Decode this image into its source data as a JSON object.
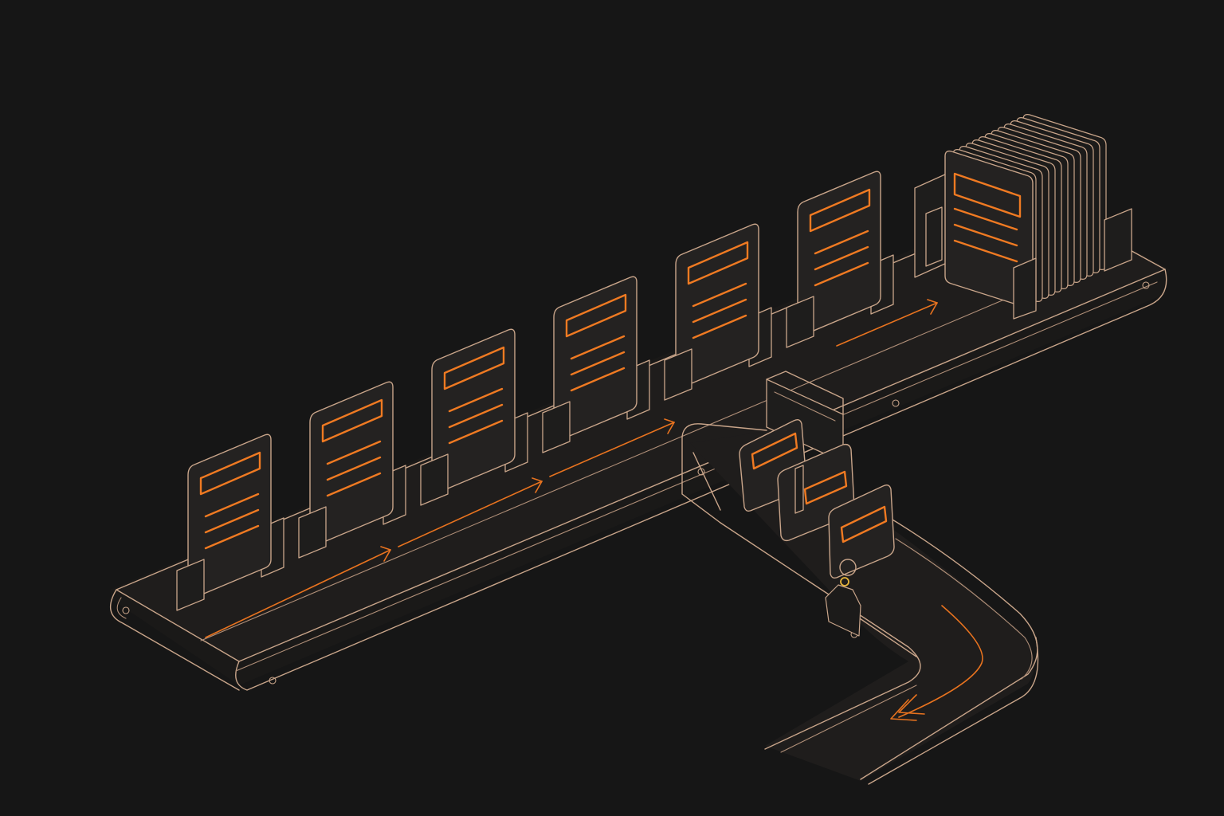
{
  "scene": {
    "background_color": "#161616",
    "line_color": "#c9a58a",
    "accent_color": "#f07a22",
    "main_belt_card_count": 6,
    "output_stack_card_count": 12,
    "diverted_card_count": 3,
    "flow_direction": "left-to-right",
    "icons": [
      "document-card-icon",
      "card-stack-icon",
      "tag-icon",
      "flow-arrow-icon"
    ]
  }
}
